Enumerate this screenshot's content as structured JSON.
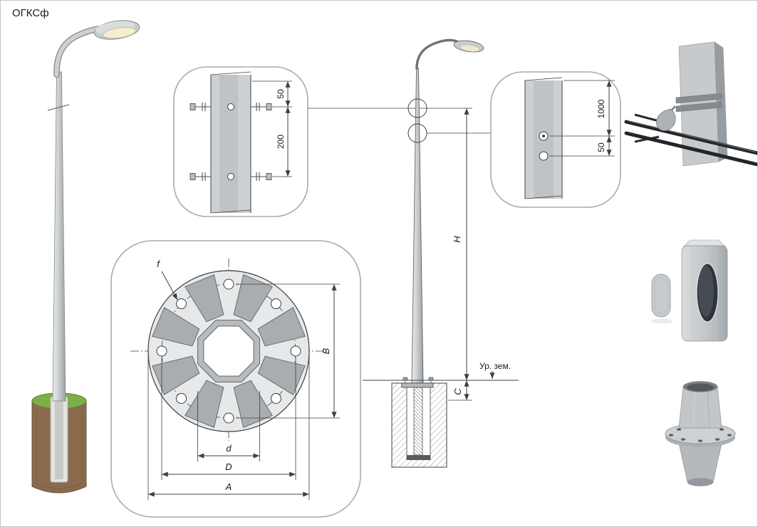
{
  "title": "ОГКСф",
  "clamp_detail": {
    "dim_top": "50",
    "dim_between": "200"
  },
  "holes_detail": {
    "dim_height": "1000",
    "dim_between": "50"
  },
  "flange_detail": {
    "hole_label": "f",
    "bolt_span_label": "B",
    "shaft_width_label": "d",
    "bolt_circle_label": "D",
    "plate_diameter_label": "A"
  },
  "elevation": {
    "height_label": "H",
    "embed_label": "C",
    "ground_label": "Ур. зем."
  },
  "colors": {
    "line": "#3c4043",
    "pole_gray": "#cdd0d2",
    "callout_border": "#a7acb0",
    "grass_green": "#7fae45",
    "foundation_brown": "#8a6b4e"
  }
}
